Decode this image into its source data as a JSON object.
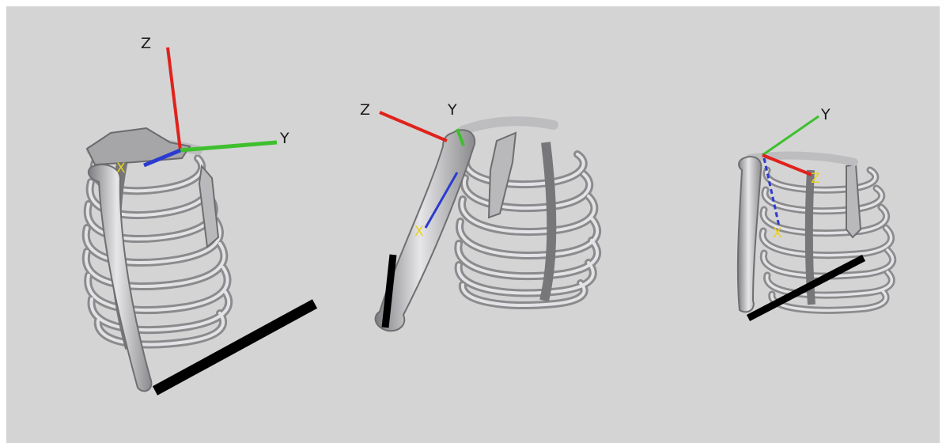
{
  "scene": {
    "background_color": "#d4d4d4",
    "axis_colors": {
      "x": "#2b3bd0",
      "y": "#3fbf2e",
      "z": "#e0221c"
    },
    "marker_color": "#e8d21a",
    "bone_color": "#a9a9ab",
    "rod_color": "#000000"
  },
  "views": [
    {
      "id": "view-1",
      "labels": {
        "z": "Z",
        "y": "Y"
      },
      "marker": "X"
    },
    {
      "id": "view-2",
      "labels": {
        "z": "Z",
        "y": "Y"
      },
      "marker": "X"
    },
    {
      "id": "view-3",
      "labels": {
        "y": "Y",
        "z": "Z"
      },
      "marker": "X"
    }
  ]
}
